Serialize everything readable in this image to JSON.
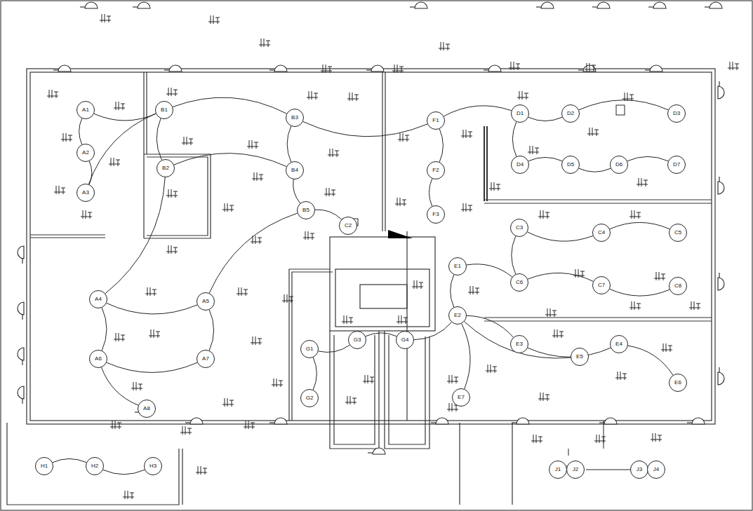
{
  "diagram": {
    "nodes": [
      {
        "text": [
          "A1"
        ]
      },
      {
        "text": [
          "A2"
        ]
      },
      {
        "text": [
          "A3"
        ]
      },
      {
        "text": [
          "B1"
        ]
      },
      {
        "text": [
          "B2"
        ]
      },
      {
        "text": [
          "B3"
        ]
      },
      {
        "text": [
          "B4"
        ]
      },
      {
        "text": [
          "B5"
        ]
      },
      {
        "text": [
          "C2"
        ]
      },
      {
        "text": [
          "F1"
        ]
      },
      {
        "text": [
          "F2"
        ]
      },
      {
        "text": [
          "F3"
        ]
      },
      {
        "text": [
          "D1"
        ]
      },
      {
        "text": [
          "D2"
        ]
      },
      {
        "text": [
          "D3"
        ]
      },
      {
        "text": [
          "D4"
        ]
      },
      {
        "text": [
          "D5"
        ]
      },
      {
        "text": [
          "D6"
        ]
      },
      {
        "text": [
          "D7"
        ]
      },
      {
        "text": [
          "C3"
        ]
      },
      {
        "text": [
          "C4"
        ]
      },
      {
        "text": [
          "C5"
        ]
      },
      {
        "text": [
          "C6"
        ]
      },
      {
        "text": [
          "C7"
        ]
      },
      {
        "text": [
          "C8"
        ]
      },
      {
        "text": [
          "E1"
        ]
      },
      {
        "text": [
          "E2"
        ]
      },
      {
        "text": [
          "E3"
        ]
      },
      {
        "text": [
          "E4"
        ]
      },
      {
        "text": [
          "E5"
        ]
      },
      {
        "text": [
          "E6"
        ]
      },
      {
        "text": [
          "E7"
        ]
      },
      {
        "text": [
          "A4"
        ]
      },
      {
        "text": [
          "A5"
        ]
      },
      {
        "text": [
          "A6"
        ]
      },
      {
        "text": [
          "A7"
        ]
      },
      {
        "text": [
          "A8"
        ]
      },
      {
        "text": [
          "G1"
        ]
      },
      {
        "text": [
          "G2"
        ]
      },
      {
        "text": [
          "G3"
        ]
      },
      {
        "text": [
          "G4"
        ]
      },
      {
        "text": [
          "H1"
        ]
      },
      {
        "text": [
          "H2"
        ]
      },
      {
        "text": [
          "H3"
        ]
      },
      {
        "text": [
          "J1"
        ]
      },
      {
        "text": [
          "J2"
        ]
      },
      {
        "text": [
          "J3"
        ]
      },
      {
        "text": [
          "J4"
        ]
      }
    ],
    "edges": [
      {
        "from": 0,
        "to": 1,
        "arrow": "none"
      },
      {
        "from": 1,
        "to": 2,
        "arrow": "none"
      },
      {
        "from": 0,
        "to": 3,
        "arrow": "none"
      },
      {
        "from": 2,
        "to": 3,
        "arrow": "none"
      },
      {
        "from": 3,
        "to": 4,
        "arrow": "none"
      },
      {
        "from": 3,
        "to": 5,
        "arrow": "none"
      },
      {
        "from": 5,
        "to": 6,
        "arrow": "none"
      },
      {
        "from": 4,
        "to": 6,
        "arrow": "none"
      },
      {
        "from": 6,
        "to": 7,
        "arrow": "none"
      },
      {
        "from": 7,
        "to": 8,
        "arrow": "none"
      },
      {
        "from": 5,
        "to": 9,
        "arrow": "none"
      },
      {
        "from": 9,
        "to": 10,
        "arrow": "none"
      },
      {
        "from": 10,
        "to": 11,
        "arrow": "none"
      },
      {
        "from": 9,
        "to": 12,
        "arrow": "none"
      },
      {
        "from": 12,
        "to": 13,
        "arrow": "none"
      },
      {
        "from": 13,
        "to": 14,
        "arrow": "none"
      },
      {
        "from": 12,
        "to": 15,
        "arrow": "none"
      },
      {
        "from": 15,
        "to": 16,
        "arrow": "none"
      },
      {
        "from": 16,
        "to": 17,
        "arrow": "none"
      },
      {
        "from": 17,
        "to": 18,
        "arrow": "none"
      },
      {
        "from": 19,
        "to": 20,
        "arrow": "none"
      },
      {
        "from": 20,
        "to": 21,
        "arrow": "none"
      },
      {
        "from": 19,
        "to": 22,
        "arrow": "none"
      },
      {
        "from": 22,
        "to": 23,
        "arrow": "none"
      },
      {
        "from": 23,
        "to": 24,
        "arrow": "none"
      },
      {
        "from": 25,
        "to": 22,
        "arrow": "none"
      },
      {
        "from": 25,
        "to": 26,
        "arrow": "none"
      },
      {
        "from": 26,
        "to": 27,
        "arrow": "none"
      },
      {
        "from": 27,
        "to": 28,
        "arrow": "none"
      },
      {
        "from": 28,
        "to": 30,
        "arrow": "none"
      },
      {
        "from": 26,
        "to": 29,
        "arrow": "none"
      },
      {
        "from": 26,
        "to": 31,
        "arrow": "none"
      },
      {
        "from": 32,
        "to": 33,
        "arrow": "none"
      },
      {
        "from": 32,
        "to": 34,
        "arrow": "none"
      },
      {
        "from": 34,
        "to": 35,
        "arrow": "none"
      },
      {
        "from": 33,
        "to": 35,
        "arrow": "none"
      },
      {
        "from": 34,
        "to": 36,
        "arrow": "none"
      },
      {
        "from": 33,
        "to": 7,
        "arrow": "none"
      },
      {
        "from": 32,
        "to": 4,
        "arrow": "none"
      },
      {
        "from": 37,
        "to": 38,
        "arrow": "none"
      },
      {
        "from": 37,
        "to": 39,
        "arrow": "none"
      },
      {
        "from": 39,
        "to": 40,
        "arrow": "none"
      },
      {
        "from": 40,
        "to": 26,
        "arrow": "none"
      },
      {
        "from": 41,
        "to": 42,
        "arrow": "none"
      },
      {
        "from": 42,
        "to": 43,
        "arrow": "none"
      },
      {
        "from": 44,
        "to": 45,
        "arrow": "none"
      },
      {
        "from": 46,
        "to": 47,
        "arrow": "none"
      }
    ]
  }
}
